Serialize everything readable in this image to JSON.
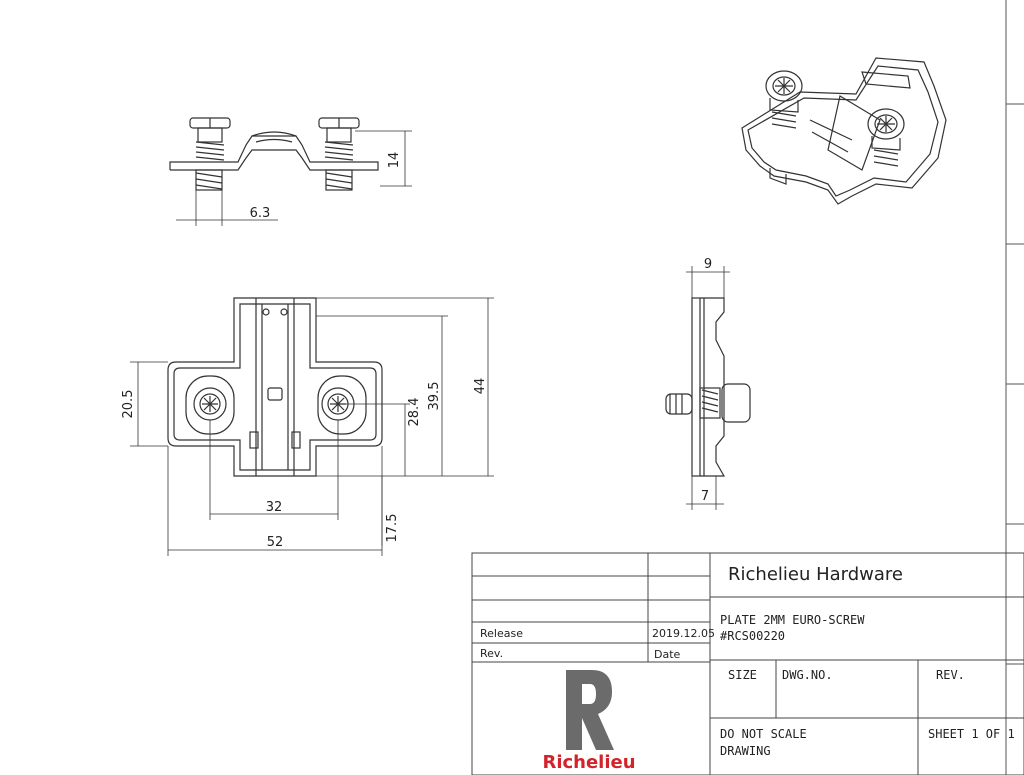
{
  "dimensions": {
    "front_height": "14",
    "front_thread": "6.3",
    "plan_height_left": "20.5",
    "plan_spacing_32": "32",
    "plan_width_52": "52",
    "plan_28_4": "28.4",
    "plan_39_5": "39.5",
    "plan_44": "44",
    "plan_17_5": "17.5",
    "side_top_9": "9",
    "side_bottom_7": "7"
  },
  "title_block": {
    "company": "Richelieu Hardware",
    "description_line1": "PLATE 2MM EURO-SCREW",
    "description_line2": "#RCS00220",
    "release_label": "Release",
    "release_date": "2019.12.05",
    "rev_label": "Rev.",
    "date_label": "Date",
    "size_label": "SIZE",
    "dwg_no_label": "DWG.NO.",
    "rev_col_label": "REV.",
    "do_not_scale_line1": "DO NOT SCALE",
    "do_not_scale_line2": "DRAWING",
    "sheet_label": "SHEET 1 OF 1",
    "logo_wordmark": "Richelieu"
  },
  "colors": {
    "line": "#333333",
    "logo_gray": "#6b6b6b",
    "logo_red": "#d2232a"
  }
}
